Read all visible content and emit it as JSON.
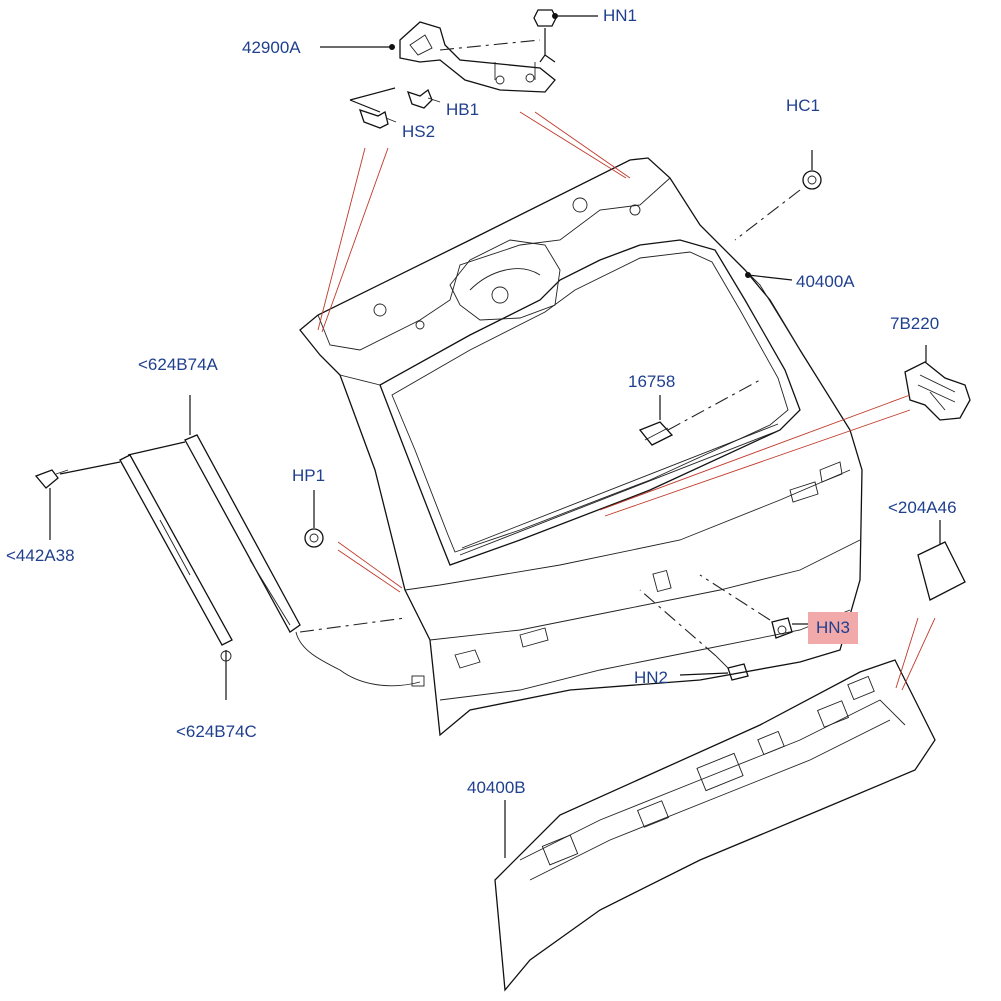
{
  "callouts": {
    "hn1": "HN1",
    "p42900a": "42900A",
    "hb1": "HB1",
    "hs2": "HS2",
    "hc1": "HC1",
    "p40400a": "40400A",
    "p7b220": "7B220",
    "p624b74a": "<624B74A",
    "p16758": "16758",
    "hp1": "HP1",
    "p442a38": "<442A38",
    "p204a46": "<204A46",
    "hn3": "HN3",
    "hn2": "HN2",
    "p624b74c": "<624B74C",
    "p40400b": "40400B"
  },
  "colors": {
    "label": "#1f3f8f",
    "highlight": "#f2a9aa",
    "reference_line": "#c0392b"
  }
}
